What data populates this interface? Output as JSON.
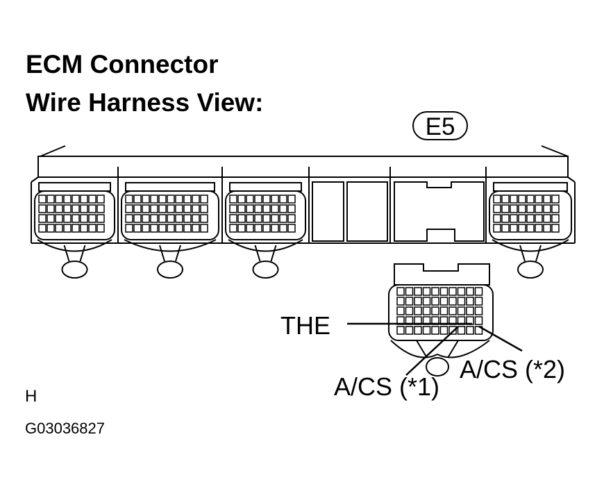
{
  "title_line1": "ECM Connector",
  "title_line2": "Wire Harness View:",
  "connector_id": "E5",
  "terminals": {
    "the": "THE",
    "acs1": "A/CS (*1)",
    "acs2": "A/CS (*2)"
  },
  "ref_letter": "H",
  "figure_code": "G03036827"
}
